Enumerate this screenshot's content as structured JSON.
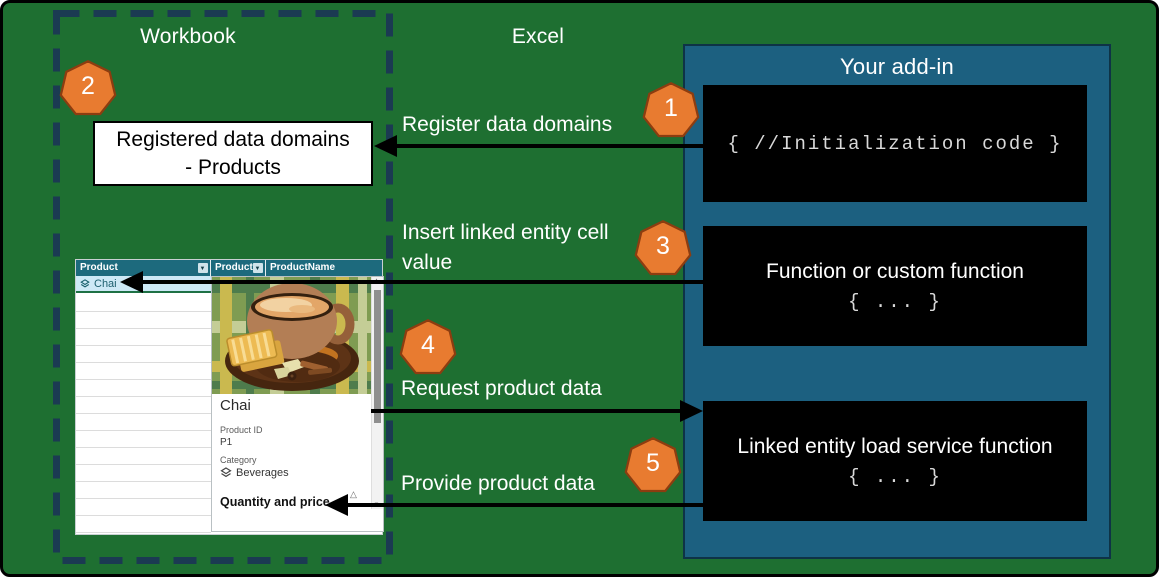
{
  "titles": {
    "workbook": "Workbook",
    "excel": "Excel",
    "addin": "Your add-in"
  },
  "registered_box": {
    "line1": "Registered data domains",
    "line2": "- Products"
  },
  "steps": {
    "s1": {
      "num": "1",
      "label": "Register data domains"
    },
    "s2": {
      "num": "2"
    },
    "s3": {
      "num": "3",
      "label": "Insert linked entity cell value"
    },
    "s4": {
      "num": "4",
      "label": "Request product data"
    },
    "s5": {
      "num": "5",
      "label": "Provide product data"
    }
  },
  "addin_boxes": {
    "init": {
      "code": "{ //Initialization code }"
    },
    "func": {
      "title": "Function or custom function",
      "code": "{ ... }"
    },
    "load": {
      "title": "Linked entity load service function",
      "code": "{ ... }"
    }
  },
  "sheet": {
    "headers": {
      "col1": "Product",
      "col2": "ProductID",
      "col3": "ProductName"
    },
    "row1": "Chai"
  },
  "card": {
    "title": "Chai",
    "product_id_label": "Product ID",
    "product_id_value": "P1",
    "category_label": "Category",
    "category_value": "Beverages",
    "section_title": "Quantity and price"
  },
  "colors": {
    "background_green": "#1e6f31",
    "addin_blue": "#1c6080",
    "badge_orange": "#e87b30",
    "code_box_black": "#000000",
    "table_header_teal": "#1d6a7d",
    "selected_row_blue": "#cde9f6",
    "selection_underline_green": "#1e7145"
  }
}
